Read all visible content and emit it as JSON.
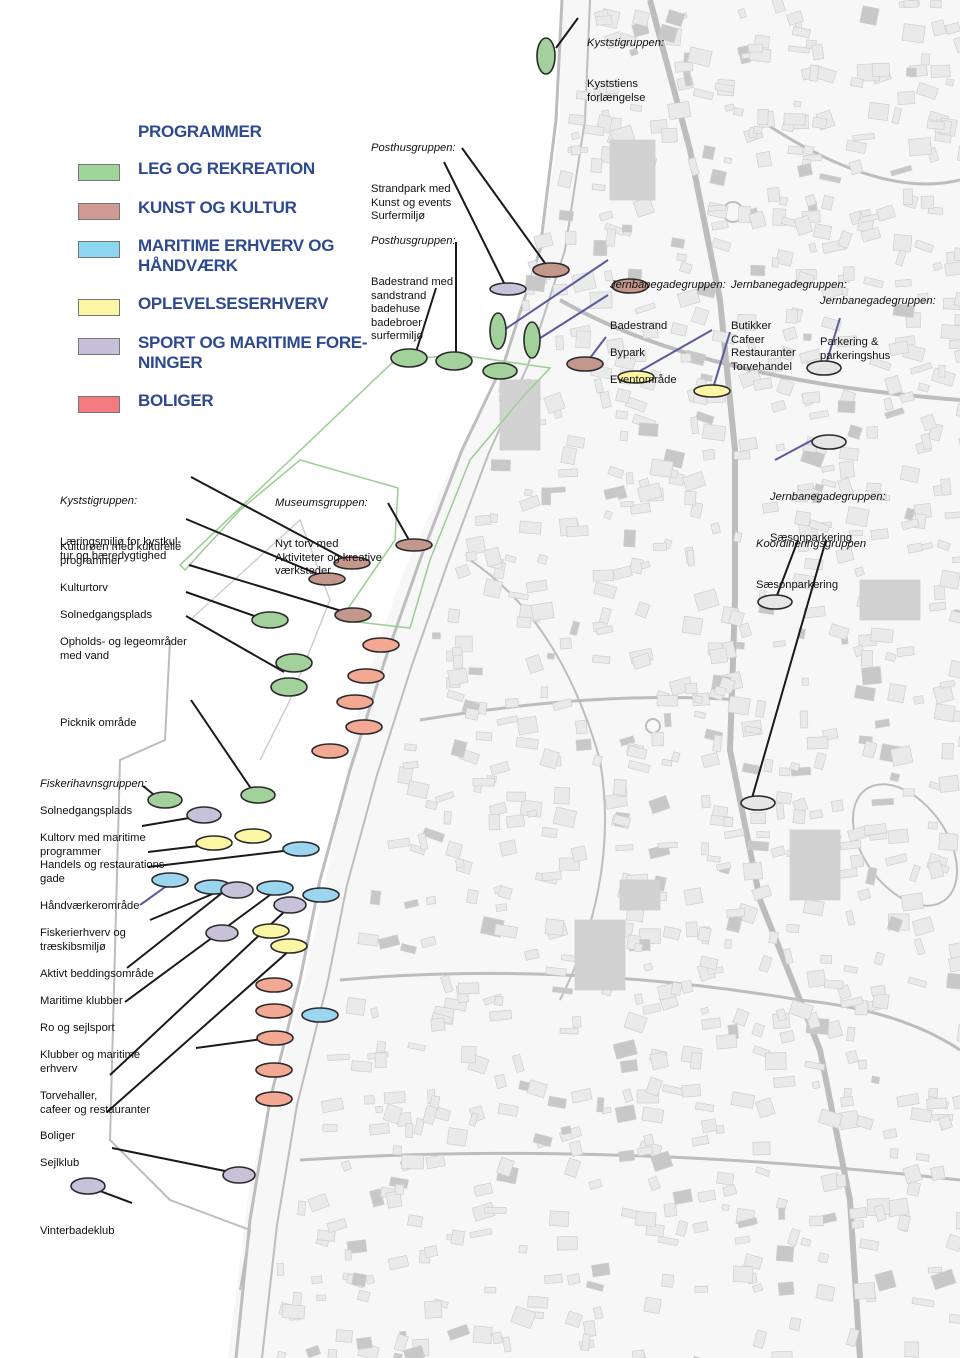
{
  "legend": {
    "title": "PROGRAMMER",
    "items": [
      {
        "key": "leg",
        "label": "LEG OG REKREATION",
        "color": "#9fd49a"
      },
      {
        "key": "kunst",
        "label": "KUNST OG KULTUR",
        "color": "#cf9b92"
      },
      {
        "key": "maritime",
        "label": "MARITIME ERHVERV OG HÅNDVÆRK",
        "color": "#8dd6f2"
      },
      {
        "key": "oplevelse",
        "label": "OPLEVELSESERHVERV",
        "color": "#fbf6a3"
      },
      {
        "key": "sport",
        "label": "SPORT OG MARITIME FORE-NINGER",
        "color": "#c6c0da"
      },
      {
        "key": "boliger",
        "label": "BOLIGER",
        "color": "#f37b80"
      }
    ]
  },
  "marker_fills": {
    "leg": "#a3d19c",
    "kunst": "#c4978c",
    "maritime": "#9cd5ef",
    "oplevelse": "#fbf6a3",
    "sport": "#c7c1d9",
    "boliger": "#f3a893",
    "gray": "#e6e6e6"
  },
  "colors": {
    "map_lines": "#cfcfcf",
    "roads": "#bdbdbd",
    "outline_green": "#9fcf98",
    "leader": "#1a1a1a",
    "leader_blue": "#5b5b9c",
    "legend_text": "#2e4a8e"
  },
  "labels": {
    "kyst_top": {
      "group": "Kyststigruppen:",
      "text": "Kyststiens\nforlængelse"
    },
    "post1": {
      "group": "Posthusgruppen:",
      "text": "Strandpark med\nKunst og events\nSurfermiljø"
    },
    "post2": {
      "group": "Posthusgruppen:",
      "text": "Badestrand med\nsandstrand\nbadehuse\nbadebroer\nsurfermiljø"
    },
    "jern1": {
      "group": "Jernbanegadegruppen:",
      "text": "Badestrand\n\nBypark\n\nEventområde"
    },
    "jern2": {
      "group": "Jernbanegadegruppen:",
      "text": "Butikker\nCafeer\nRestauranter\nTorvehandel"
    },
    "jern3": {
      "group": "Jernbanegadegruppen:",
      "text": "Parkering &\nparkeringshus"
    },
    "jern4": {
      "group": "Jernbanegadegruppen:",
      "text": "Sæsonparkering"
    },
    "koord": {
      "group": "Koordineringsgruppen",
      "text": "Sæsonparkering"
    },
    "kyst_left": {
      "group": "Kyststigruppen:",
      "text": "Læringsmiljø for kystkul-\ntur og bæredygtighed"
    },
    "kulturoen": {
      "text": "Kulturøen med kulturelle\nprogrammer"
    },
    "museum": {
      "group": "Museumsgruppen:",
      "text": "Nyt torv med\nAktiviteter og kreative\nværksteder"
    },
    "kulturtorv": {
      "text": "Kulturtorv"
    },
    "solned1": {
      "text": "Solnedgangsplads"
    },
    "opholds": {
      "text": "Opholds- og legeområder\nmed vand"
    },
    "picnic": {
      "text": "Picknik område"
    },
    "fisker": {
      "group": "Fiskerihavnsgruppen:",
      "text": ""
    },
    "solned2": {
      "text": "Solnedgangsplads"
    },
    "kultorv": {
      "text": "Kultorv med maritime\nprogrammer"
    },
    "handels": {
      "text": "Handels og restaurations-\ngade"
    },
    "haandvaerk": {
      "text": "Håndværkerområde"
    },
    "fiskerierhverv": {
      "text": "Fiskerierhverv og\ntræskibsmiljø"
    },
    "bedding": {
      "text": "Aktivt beddingsområde"
    },
    "maritime_klubber": {
      "text": "Maritime klubber"
    },
    "ro": {
      "text": "Ro og sejlsport"
    },
    "klubber": {
      "text": "Klubber og maritime\nerhverv"
    },
    "torvehaller": {
      "text": "Torvehaller,\ncafeer og restauranter"
    },
    "boliger": {
      "text": "Boliger"
    },
    "sejlklub": {
      "text": "Sejlklub"
    },
    "vinterbad": {
      "text": "Vinterbadeklub"
    }
  },
  "markers": [
    {
      "cat": "leg"
    },
    {
      "cat": "sport"
    },
    {
      "cat": "kunst"
    },
    {
      "cat": "leg"
    },
    {
      "cat": "leg"
    },
    {
      "cat": "leg"
    },
    {
      "cat": "leg"
    },
    {
      "cat": "leg"
    },
    {
      "cat": "kunst"
    },
    {
      "cat": "kunst"
    },
    {
      "cat": "oplevelse"
    },
    {
      "cat": "oplevelse"
    },
    {
      "cat": "gray"
    },
    {
      "cat": "gray"
    },
    {
      "cat": "gray"
    },
    {
      "cat": "gray"
    },
    {
      "cat": "kunst"
    },
    {
      "cat": "kunst"
    },
    {
      "cat": "kunst"
    },
    {
      "cat": "kunst"
    },
    {
      "cat": "leg"
    },
    {
      "cat": "leg"
    },
    {
      "cat": "leg"
    },
    {
      "cat": "boliger"
    },
    {
      "cat": "boliger"
    },
    {
      "cat": "boliger"
    },
    {
      "cat": "boliger"
    },
    {
      "cat": "boliger"
    },
    {
      "cat": "leg"
    },
    {
      "cat": "leg"
    },
    {
      "cat": "sport"
    },
    {
      "cat": "oplevelse"
    },
    {
      "cat": "oplevelse"
    },
    {
      "cat": "maritime"
    },
    {
      "cat": "maritime"
    },
    {
      "cat": "maritime"
    },
    {
      "cat": "sport"
    },
    {
      "cat": "maritime"
    },
    {
      "cat": "maritime"
    },
    {
      "cat": "sport"
    },
    {
      "cat": "sport"
    },
    {
      "cat": "oplevelse"
    },
    {
      "cat": "oplevelse"
    },
    {
      "cat": "boliger"
    },
    {
      "cat": "boliger"
    },
    {
      "cat": "maritime"
    },
    {
      "cat": "boliger"
    },
    {
      "cat": "boliger"
    },
    {
      "cat": "boliger"
    },
    {
      "cat": "sport"
    },
    {
      "cat": "sport"
    }
  ]
}
